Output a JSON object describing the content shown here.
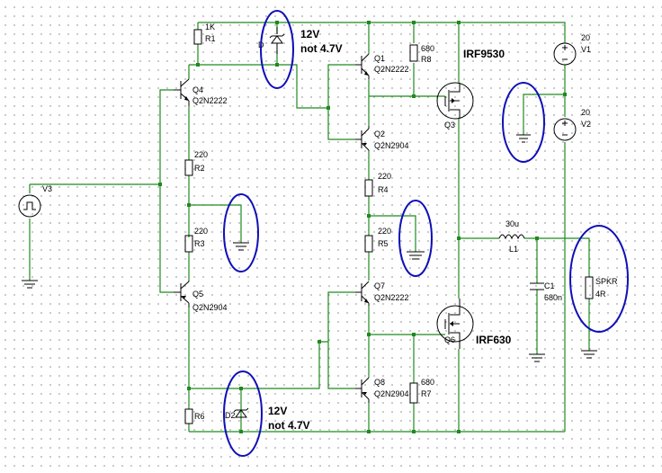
{
  "labels": {
    "r1_val": "1K",
    "r1_ref": "R1",
    "d1_ref": "D",
    "q4_ref": "Q4",
    "q4_part": "Q2N2222",
    "r2_val": "220",
    "r2_ref": "R2",
    "r3_val": "220",
    "r3_ref": "R3",
    "q5_ref": "Q5",
    "q5_part": "Q2N2904",
    "r6_ref": "R6",
    "d2_ref": "D2",
    "v3_ref": "V3",
    "q1_ref": "Q1",
    "q1_part": "Q2N2222",
    "q2_ref": "Q2",
    "q2_part": "Q2N2904",
    "r8_val": "680",
    "r8_ref": "R8",
    "r4_val": "220",
    "r4_ref": "R4",
    "r5_val": "220",
    "r5_ref": "R5",
    "q7_ref": "Q7",
    "q7_part": "Q2N2222",
    "q8_ref": "Q8",
    "q8_part": "Q2N2904",
    "r7_val": "680",
    "r7_ref": "R7",
    "q3_ref": "Q3",
    "q6_ref": "Q6",
    "v1_val": "20",
    "v1_ref": "V1",
    "v2_val": "20",
    "v2_ref": "V2",
    "l1_val": "30u",
    "l1_ref": "L1",
    "c1_ref": "C1",
    "c1_val": "680n",
    "spkr_ref": "SPKR",
    "spkr_val": "4R"
  },
  "annotations": {
    "zener_top_line1": "12V",
    "zener_top_line2": "not 4.7V",
    "zener_bottom_line1": "12V",
    "zener_bottom_line2": "not 4.7V",
    "mosfet_top": "IRF9530",
    "mosfet_bottom": "IRF630"
  },
  "colors": {
    "wire": "#1f8a1f",
    "highlight_ellipse": "#1010b8",
    "component": "#000000",
    "grid_dots": "#9a9a9a"
  }
}
